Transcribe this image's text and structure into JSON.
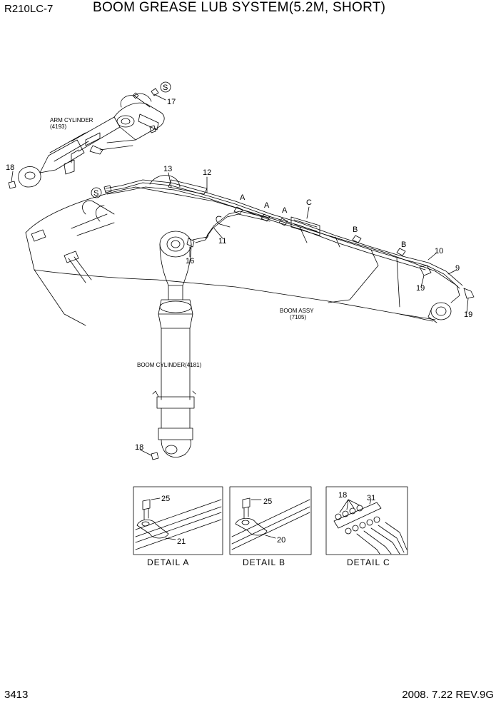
{
  "header": {
    "model": "R210LC-7",
    "title": "BOOM GREASE LUB SYSTEM(5.2M, SHORT)"
  },
  "footer": {
    "page_number": "3413",
    "date_revision": "2008. 7.22  REV.9G"
  },
  "labels": {
    "arm_cylinder": "ARM CYLINDER",
    "arm_cylinder_code": "(4193)",
    "boom_assy": "BOOM ASSY",
    "boom_assy_code": "(7105)",
    "boom_cylinder": "BOOM CYLINDER(4181)"
  },
  "symbols": {
    "s": "S",
    "a": "A",
    "b": "B",
    "c": "C"
  },
  "callouts": {
    "p9": "9",
    "p10": "10",
    "p11": "11",
    "p12": "12",
    "p13": "13",
    "p16": "16",
    "p17": "17",
    "p18": "18",
    "p19": "19",
    "p20": "20",
    "p21": "21",
    "p25": "25",
    "p31": "31"
  },
  "details": {
    "a": "DETAIL  A",
    "b": "DETAIL  B",
    "c": "DETAIL  C"
  }
}
